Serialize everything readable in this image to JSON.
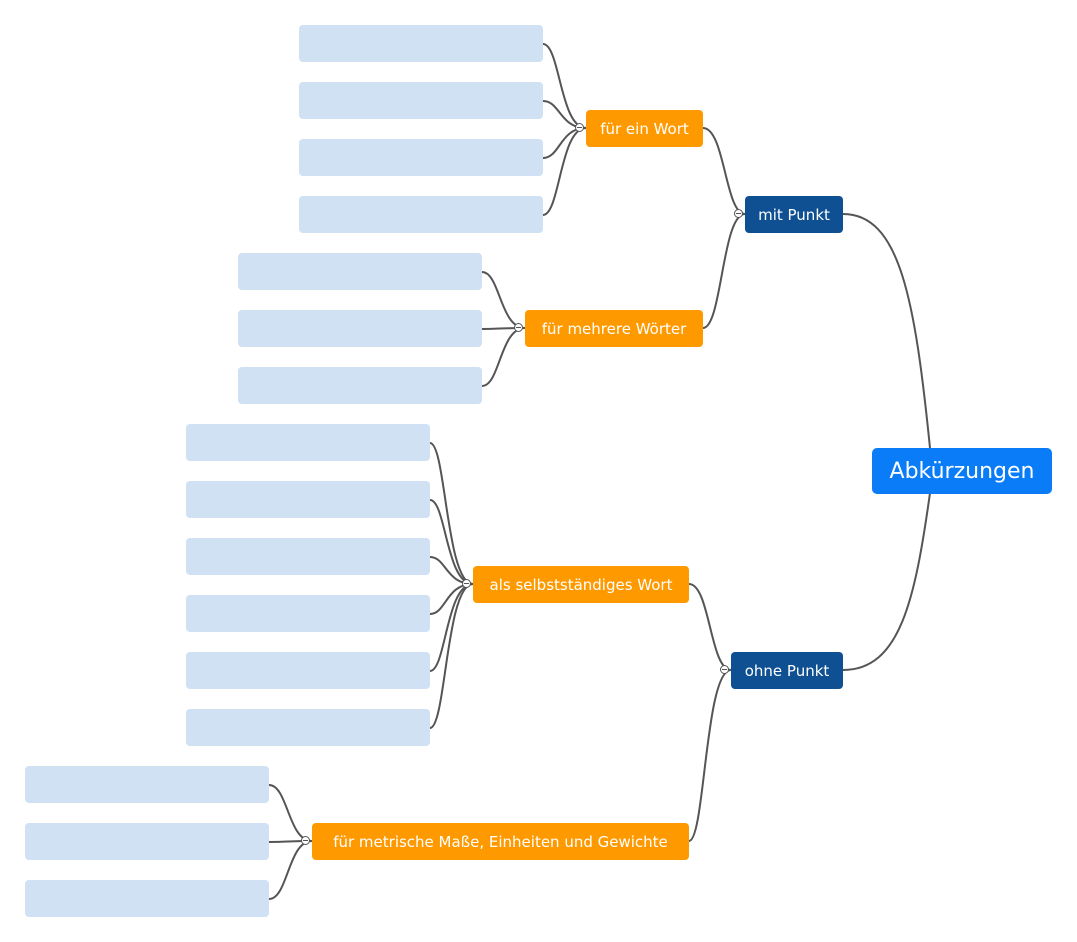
{
  "diagram": {
    "root": {
      "label": "Abkürzungen"
    },
    "branches": [
      {
        "label": "mit Punkt",
        "children": [
          {
            "label": "für ein Wort",
            "leaves": [
              "",
              "",
              "",
              ""
            ]
          },
          {
            "label": "für mehrere Wörter",
            "leaves": [
              "",
              "",
              ""
            ]
          }
        ]
      },
      {
        "label": "ohne Punkt",
        "children": [
          {
            "label": "als selbstständiges Wort",
            "leaves": [
              "",
              "",
              "",
              "",
              "",
              ""
            ]
          },
          {
            "label": "für metrische Maße, Einheiten und Gewichte",
            "leaves": [
              "",
              "",
              ""
            ]
          }
        ]
      }
    ],
    "colors": {
      "root": "#0a7cf7",
      "branch": "#0e5092",
      "sub_branch": "#ff9900",
      "leaf": "#cfe1f3",
      "connector": "#555555"
    }
  }
}
